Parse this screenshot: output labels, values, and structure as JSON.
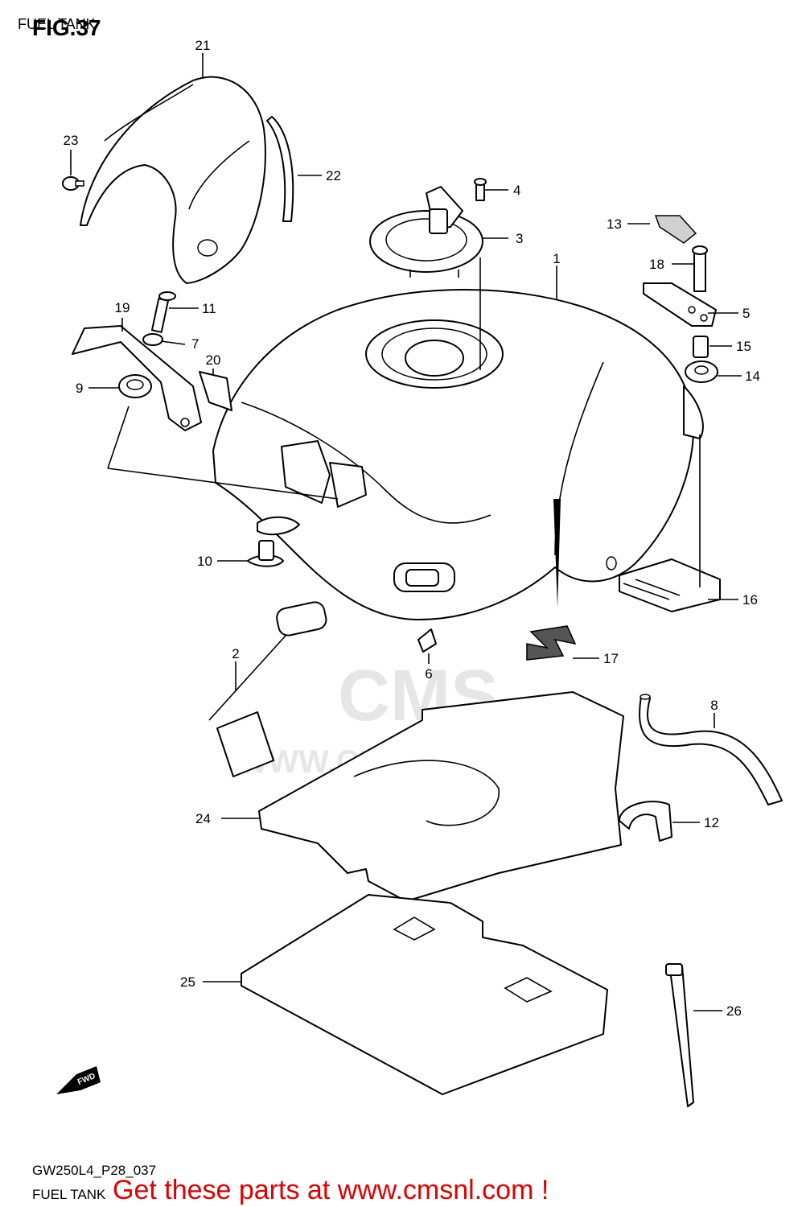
{
  "header": {
    "fig_label": "FIG.37",
    "subtitle": "FUEL TANK"
  },
  "watermark": {
    "logo_text": "CMS",
    "url_text": "WWW.CMSNL.COM"
  },
  "fwd_arrow_label": "FWD",
  "callouts": [
    {
      "id": "c1",
      "num": "1"
    },
    {
      "id": "c2",
      "num": "2"
    },
    {
      "id": "c3",
      "num": "3"
    },
    {
      "id": "c4",
      "num": "4"
    },
    {
      "id": "c5",
      "num": "5"
    },
    {
      "id": "c6",
      "num": "6"
    },
    {
      "id": "c7",
      "num": "7"
    },
    {
      "id": "c8",
      "num": "8"
    },
    {
      "id": "c9",
      "num": "9"
    },
    {
      "id": "c10",
      "num": "10"
    },
    {
      "id": "c11",
      "num": "11"
    },
    {
      "id": "c12",
      "num": "12"
    },
    {
      "id": "c13",
      "num": "13"
    },
    {
      "id": "c14",
      "num": "14"
    },
    {
      "id": "c15",
      "num": "15"
    },
    {
      "id": "c16",
      "num": "16"
    },
    {
      "id": "c17",
      "num": "17"
    },
    {
      "id": "c18",
      "num": "18"
    },
    {
      "id": "c19",
      "num": "19"
    },
    {
      "id": "c20",
      "num": "20"
    },
    {
      "id": "c21",
      "num": "21"
    },
    {
      "id": "c22",
      "num": "22"
    },
    {
      "id": "c23",
      "num": "23"
    },
    {
      "id": "c24",
      "num": "24"
    },
    {
      "id": "c25",
      "num": "25"
    },
    {
      "id": "c26",
      "num": "26"
    }
  ],
  "footer": {
    "code": "GW250L4_P28_037",
    "title": "FUEL TANK",
    "promo": "Get these parts at www.cmsnl.com !"
  }
}
